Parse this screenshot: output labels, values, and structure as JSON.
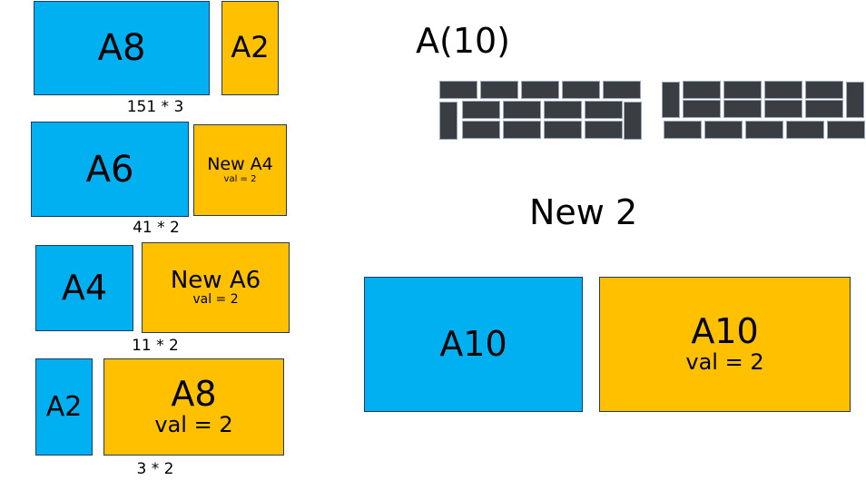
{
  "stack": [
    {
      "left_label": "A8",
      "right_label": "A2",
      "right_sub": "",
      "caption": "151 * 3"
    },
    {
      "left_label": "A6",
      "right_label": "New A4",
      "right_sub": "val = 2",
      "caption": "41 * 2"
    },
    {
      "left_label": "A4",
      "right_label": "New A6",
      "right_sub": "val = 2",
      "caption": "11 * 2"
    },
    {
      "left_label": "A2",
      "right_label": "A8",
      "right_sub": "val = 2",
      "caption": "3 * 2"
    }
  ],
  "grid_title": "A(10)",
  "new_title": "New 2",
  "result": {
    "left_label": "A10",
    "right_label": "A10",
    "right_sub": "val = 2"
  },
  "colors": {
    "blue": "#00b0f0",
    "gold": "#ffc000",
    "brick": "#3a3d42"
  }
}
